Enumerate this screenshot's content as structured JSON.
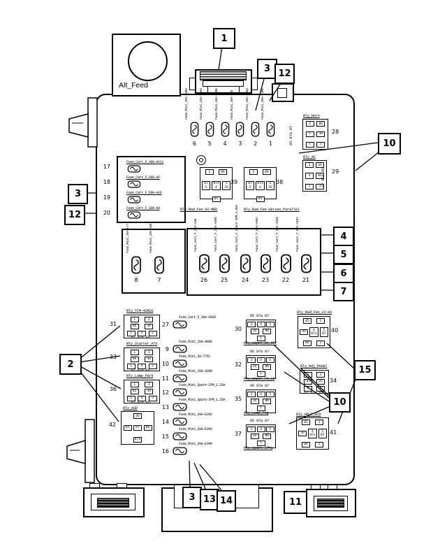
{
  "figure": {
    "alt_feed": "Alt_Feed",
    "callouts": [
      "1",
      "3",
      "12",
      "3",
      "12",
      "2",
      "4",
      "5",
      "6",
      "7",
      "10",
      "15",
      "10",
      "3",
      "13",
      "14",
      "11"
    ],
    "top_fuses": [
      {
        "num": "6",
        "label": "Fuse_Mini_15A-A983"
      },
      {
        "num": "5",
        "label": "Fuse_Mini_25A-A904"
      },
      {
        "num": "4",
        "label": "Fuse_Mini_20A-A905"
      },
      {
        "num": "3",
        "label": "Fuse_Mini_15A-A85"
      },
      {
        "num": "2",
        "label": "Fuse_Mini_20A-L304"
      },
      {
        "num": "1",
        "label": "Fuse_Mini_20A-L305"
      }
    ],
    "left_cart_fuses": [
      {
        "num": "17",
        "label": "Fuse_Cart_F_30A-A111"
      },
      {
        "num": "18",
        "label": "Fuse_Cart_F_30A-A5"
      },
      {
        "num": "19",
        "label": "Fuse_Cart_F_50A-A16"
      },
      {
        "num": "20",
        "label": "Fuse_Cart_F_20A-A9"
      }
    ],
    "fan_relays": [
      {
        "num": "39",
        "label": "Rly_Rad_Fan_HI-MED",
        "pins": [
          [
            "2",
            "86"
          ],
          [
            "87\n5",
            "87a\n4",
            "3\n30"
          ],
          [
            "85"
          ]
        ]
      },
      {
        "num": "38",
        "label": "Rly_Rad_Fan-Series_Parallel",
        "pins": [
          [
            "2",
            "86"
          ],
          [
            "87\n5",
            "87a\n4",
            "3\n30"
          ],
          [
            "85"
          ]
        ]
      }
    ],
    "mid_fuses": [
      {
        "num": "8",
        "label": "Fuse_Mini_15A-L77"
      },
      {
        "num": "7",
        "label": "Fuse_Mini_20A-A35"
      }
    ],
    "center_cart_fuses": [
      {
        "num": "26",
        "label": "Fuse_Cart_F_20A-A30"
      },
      {
        "num": "25",
        "label": "Fuse_Cart_F_20A-A901"
      },
      {
        "num": "24",
        "label": "Fuse_Cart_F_Spare-IPM_1.50A"
      },
      {
        "num": "23",
        "label": "Fuse_Cart_F_50A-A907"
      },
      {
        "num": "22",
        "label": "Fuse_Cart_F_40A-A201"
      },
      {
        "num": "21",
        "label": "Fuse_Cart_F_50A-A107"
      }
    ],
    "left_relays": [
      {
        "num": "31",
        "label": "Rly_TCM-42RLE",
        "footer": "87 87a 85",
        "pins": [
          [
            "1",
            "2"
          ],
          [
            "86",
            "30"
          ],
          [
            "5",
            "4",
            "2"
          ]
        ]
      },
      {
        "num": "33",
        "label": "Rly_Starter_ATX",
        "footer": "87 87a 85",
        "pins": [
          [
            "1",
            "3"
          ],
          [
            "86",
            "30"
          ],
          [
            "1",
            "4",
            "2"
          ]
        ]
      },
      {
        "num": "36",
        "label": "Rly_Lamp_Park",
        "footer": "87 87a 85",
        "pins": [
          [
            "1",
            "3"
          ],
          [
            "85",
            "30"
          ],
          [
            "5",
            "4",
            "3"
          ]
        ]
      }
    ],
    "asd_relay": {
      "num": "42",
      "label": "Rly_ASD",
      "pins": [
        [
          "30"
        ],
        [
          "85",
          "87",
          "86"
        ],
        [
          "87a"
        ]
      ]
    },
    "bottom_fuses": [
      {
        "num": "27",
        "label": "Fuse_Cart_F_30A-A902"
      },
      {
        "num": "9",
        "label": "Fuse_Mini_15A-A906"
      },
      {
        "num": "10",
        "label": "Fuse_Mini_5A-T751"
      },
      {
        "num": "11",
        "label": "Fuse_Mini_15A-A209"
      },
      {
        "num": "12",
        "label": "Fuse_Mini_Spare-IPM_2.25A"
      },
      {
        "num": "13",
        "label": "Fuse_Mini_Spare-IPM_1.25A"
      },
      {
        "num": "14",
        "label": "Fuse_Mini_20A-E342"
      },
      {
        "num": "15",
        "label": "Fuse_Mini_20A-E343"
      },
      {
        "num": "16",
        "label": "Fuse_Mini_20A-E344"
      }
    ],
    "wiper_relays": [
      {
        "num": "30",
        "header": "85 87a 87",
        "label": "Rly_Wiper_On_Off",
        "pins": [
          [
            "2",
            "4",
            "5"
          ],
          [
            "30",
            "86"
          ],
          [
            "1"
          ]
        ]
      },
      {
        "num": "32",
        "header": "85 87a 87",
        "label": "Rly_Wiper_HI_LO",
        "pins": [
          [
            "2",
            "4",
            "5"
          ],
          [
            "30",
            "86"
          ],
          [
            "1"
          ]
        ]
      },
      {
        "num": "35",
        "header": "85 87a 87",
        "label": "Rly_Lamp_Fog",
        "pins": [
          [
            "2",
            "4",
            "5"
          ],
          [
            "30",
            "86"
          ],
          [
            "1"
          ]
        ]
      },
      {
        "num": "37",
        "header": "85 87a 87",
        "label": "Rly_Spare-IPM1",
        "pins": [
          [
            "2",
            "4",
            "5"
          ],
          [
            "30",
            "86"
          ],
          [
            "1"
          ]
        ]
      }
    ],
    "right_relays": [
      {
        "num": "40",
        "label": "Rly_Rad_Fan_LO-HI",
        "footer": "",
        "pins": [
          [
            "85",
            "1"
          ],
          [
            "30",
            "4\n87a",
            "5\n87"
          ],
          [
            "86",
            "2"
          ]
        ]
      },
      {
        "num": "34",
        "label": "Rly_Adj_Pedal",
        "footer": "87 87a 85",
        "pins": [
          [
            "1",
            "3"
          ],
          [
            "85",
            "30"
          ],
          [
            "4",
            "1"
          ]
        ]
      },
      {
        "num": "41",
        "label": "Rly_HDLP_HID",
        "footer": "",
        "pins": [
          [
            "85",
            "1"
          ],
          [
            "30",
            "4\n87a",
            "5\n87"
          ],
          [
            "86",
            "2"
          ]
        ]
      }
    ],
    "corner_relays": [
      {
        "num": "28",
        "label": "Rly_Horn",
        "side": "85 87a 87",
        "pins": [
          [
            "2",
            "86"
          ],
          [
            "5",
            "30"
          ],
          [
            "1",
            "3"
          ]
        ]
      },
      {
        "num": "29",
        "label": "Rly_AC",
        "side": "87 87a 85",
        "pins": [
          [
            "2",
            "30"
          ],
          [
            "4",
            "86"
          ],
          [
            "1",
            "3"
          ]
        ]
      }
    ]
  }
}
